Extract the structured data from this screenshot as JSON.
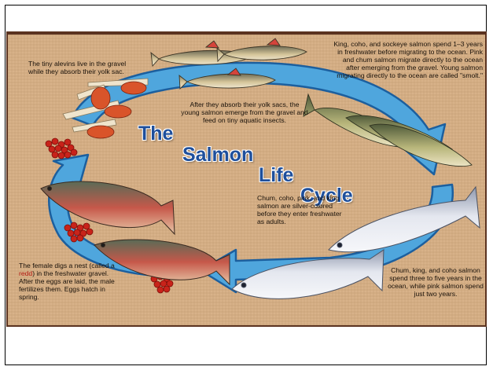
{
  "title": {
    "line1": "The",
    "line2": "Salmon",
    "line3": "Life",
    "line4": "Cycle"
  },
  "captions": {
    "alevins": "The tiny alevins live in the gravel while they absorb their yolk sac.",
    "fry": "After they absorb their yolk sacs, the young salmon emerge from the gravel and feed on tiny aquatic insects.",
    "smolt": "King, coho, and sockeye salmon spend 1–3 years in freshwater before migrating to the ocean. Pink and chum salmon migrate directly to the ocean after emerging from the gravel. Young salmon migrating directly to the ocean are called \"smolt.\"",
    "adults_return": "Chum, coho, pink, and king salmon are silver-colored before they enter freshwater as adults.",
    "ocean": "Chum, king, and coho salmon spend three to five years in the ocean, while pink salmon spend just two years.",
    "spawn_before": "The female digs a nest (called a",
    "spawn_redd": "redd",
    "spawn_after": ") in the freshwater gravel. After the eggs are laid, the male fertilizes them. Eggs hatch in spring."
  },
  "colors": {
    "arrow": "#4fa6dd",
    "arrow_edge": "#1c5f9e",
    "title": "#1e4f9c",
    "eggs": "#c8231a",
    "background": "#d8b289"
  }
}
